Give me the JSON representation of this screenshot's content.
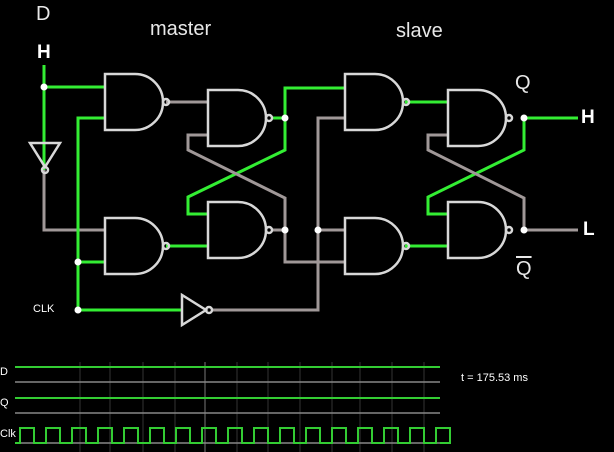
{
  "labels": {
    "d_input": "D",
    "master": "master",
    "slave": "slave",
    "q_output": "Q",
    "qbar_output": "Q",
    "d_value": "H",
    "q_value": "H",
    "qbar_value": "L",
    "clk_input": "CLK"
  },
  "colors": {
    "wire_high": "#33ee33",
    "wire_low": "#a09898",
    "gate": "#d8d8d8",
    "node": "#ffffff",
    "scope_trace": "#33cc33",
    "scope_grid": "#888888"
  },
  "scope": {
    "time_readout": "t = 175.53 ms",
    "traces": [
      {
        "name": "D",
        "state": "high"
      },
      {
        "name": "Q",
        "state": "high"
      },
      {
        "name": "Clk",
        "state": "clock"
      }
    ]
  }
}
